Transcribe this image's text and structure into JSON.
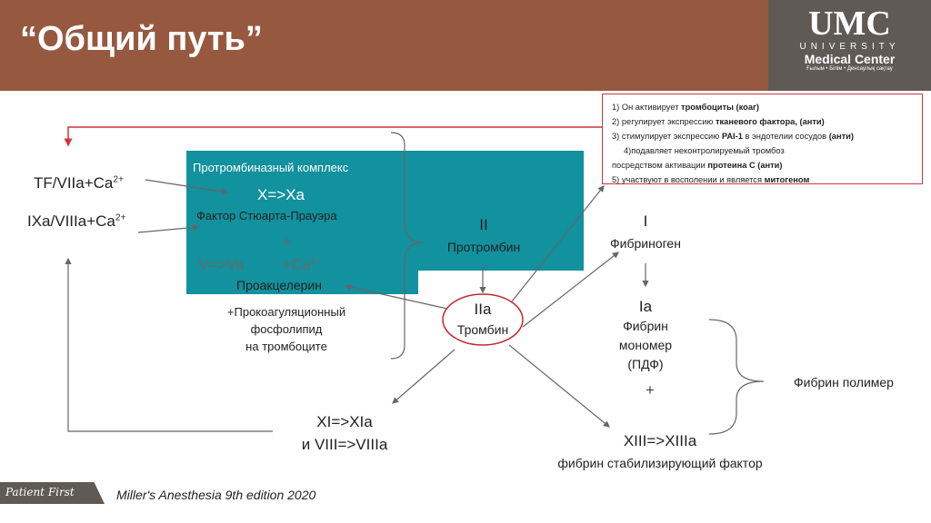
{
  "header": {
    "title": "“Общий путь”"
  },
  "logo": {
    "mark": "UMC",
    "line1": "UNIVERSITY",
    "line2": "Medical Center",
    "line3": "Ғылым • Білім • Денсаулық сақтау"
  },
  "notes": [
    {
      "pre": "1) Он активирует ",
      "bold": "тромбоциты (коаг)",
      "post": ""
    },
    {
      "pre": "2) регулирует экспрессию ",
      "bold": "тканевого фактора, (анти)",
      "post": ""
    },
    {
      "pre": "3) стимулирует экспрессию ",
      "bold": "PAI-1",
      "post": " в эндотелии сосудов ",
      "bold2": "(анти)"
    },
    {
      "pre": "4)подавляет неконтролируемый тромбоз",
      "bold": "",
      "post": ""
    },
    {
      "pre": "посредством активации ",
      "bold": "протеина С (анти)",
      "post": ""
    },
    {
      "pre": "5) участвуют в восполении и является ",
      "bold": "митогеном",
      "post": ""
    }
  ],
  "diagram": {
    "tf": "TF/VIIa+Ca",
    "ixa": "IXa/VIIIa+Ca",
    "sup": "2+",
    "complex_title": "Протромбиназный комплекс",
    "x_xa": "X=>Xa",
    "stuart": "Фактор Стюарта-Прауэра",
    "plus": "+",
    "ca": "+Ca",
    "va": "V=>Va",
    "proaccelerin": "Проакцелерин",
    "phospho": [
      "+Прокоагуляционный",
      "фосфолипид",
      "на  тромбоците"
    ],
    "ii": "II",
    "prothrombin": "Протромбин",
    "iia": "IIa",
    "thrombin": "Тромбин",
    "i": "I",
    "fibrinogen": "Фибриноген",
    "ia": "Ia",
    "fibrin": [
      "Фибрин",
      "мономер",
      "(ПДФ)"
    ],
    "plus2": "+",
    "polymer": "Фибрин полимер",
    "xi": "XI=>XIa",
    "viii": "и VIII=>VIIIa",
    "xiii": "XIII=>XIIIa",
    "stab": "фибрин стабилизирующий фактор"
  },
  "footer": {
    "badge": "Patient First",
    "citation": "Miller's Anesthesia 9th edition 2020"
  }
}
